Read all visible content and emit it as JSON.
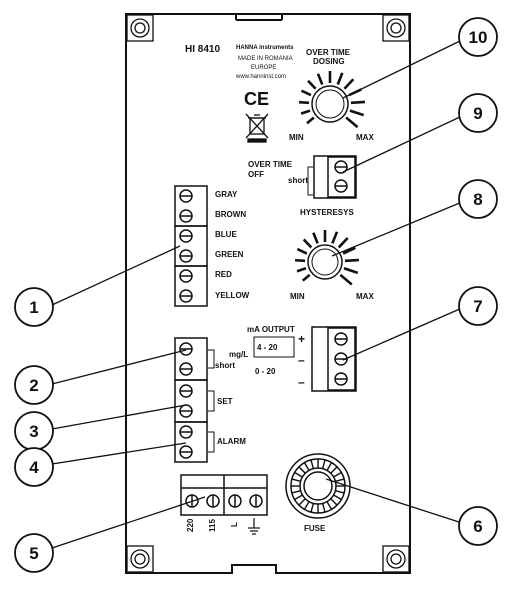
{
  "panel": {
    "model": "HI 8410",
    "brand": "HANNA instruments",
    "made_in": "MADE IN ROMANIA",
    "region": "EUROPE",
    "website": "www.hanninst.com",
    "ce_mark": "CE",
    "weee_icon": "crossed-bin-icon"
  },
  "knobs": {
    "overtime_title_line1": "OVER TIME",
    "overtime_title_line2": "DOSING",
    "overtime_min": "MIN",
    "overtime_max": "MAX",
    "hysteresis_min": "MIN",
    "hysteresis_max": "MAX"
  },
  "overtime_off": {
    "line1": "OVER TIME",
    "line2": "OFF",
    "short": "short",
    "hysteresis": "HYSTERESYS"
  },
  "wires": [
    "GRAY",
    "BROWN",
    "BLUE",
    "GREEN",
    "RED",
    "YELLOW"
  ],
  "terminals_left": {
    "mgl": "mg/L",
    "short": "short",
    "set": "SET",
    "alarm": "ALARM"
  },
  "ma_output": {
    "title": "mA OUTPUT",
    "range1": "4 - 20",
    "range2": "0 - 20",
    "plus": "+",
    "minus1": "–",
    "minus2": "–"
  },
  "power": {
    "v220": "220",
    "v115": "115",
    "line": "L"
  },
  "fuse": "FUSE",
  "callouts": [
    "1",
    "2",
    "3",
    "4",
    "5",
    "6",
    "7",
    "8",
    "9",
    "10"
  ]
}
